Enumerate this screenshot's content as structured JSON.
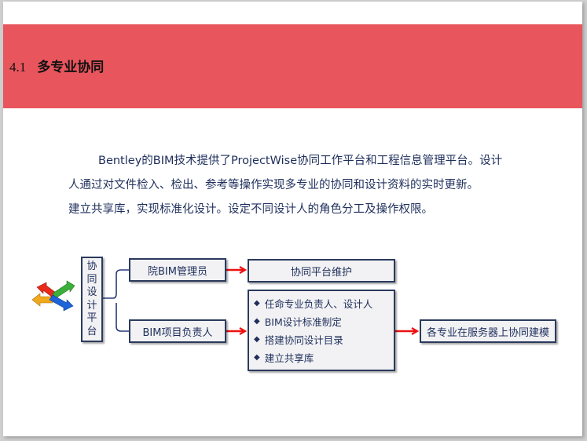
{
  "header": {
    "section_number": "4.1",
    "title": "多专业协同",
    "band_color": "#e8555d"
  },
  "body": {
    "paragraph_lines": [
      "Bentley的BIM技术提供了ProjectWise协同工作平台和工程信息管理平台。设计",
      "人通过对文件检入、检出、参考等操作实现多专业的协同和设计资料的实时更新。",
      "建立共享库，实现标准化设计。设定不同设计人的角色分工及操作权限。"
    ],
    "text_color": "#1f2f5c"
  },
  "diagram": {
    "icon": "colorful-arrows-icon",
    "root": {
      "chars": [
        "协",
        "同",
        "设",
        "计",
        "平",
        "台"
      ]
    },
    "branches": [
      {
        "label": "院BIM管理员",
        "target": "协同平台维护"
      },
      {
        "label": "BIM项目负责人",
        "tasks": [
          "任命专业负责人、设计人",
          "BIM设计标准制定",
          "搭建协同设计目录",
          "建立共享库"
        ],
        "result": "各专业在服务器上协同建模"
      }
    ],
    "bullet": "◆",
    "arrow_color": "#ee1111",
    "connector_color": "#2b3a7a"
  }
}
